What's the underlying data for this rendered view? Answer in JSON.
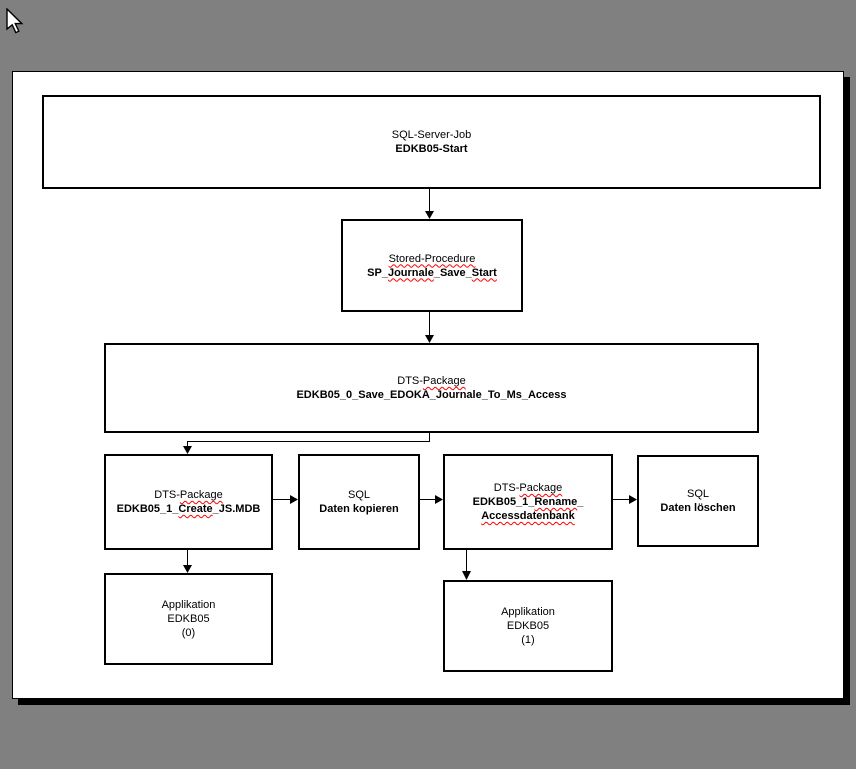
{
  "colors": {
    "background": "#808080",
    "page": "#ffffff",
    "line": "#000000",
    "text": "#000000",
    "spellcheck_underline": "#ff0000"
  },
  "cursor": {
    "icon": "arrow-cursor"
  },
  "diagram": {
    "boxes": [
      {
        "key": "sql-server-job-start",
        "lines": [
          [
            {
              "t": "SQL-Server-Job"
            }
          ],
          [
            {
              "t": "EDKB05-Start",
              "b": 1
            }
          ]
        ]
      },
      {
        "key": "stored-procedure-save-start",
        "lines": [
          [
            {
              "t": "Stored-Procedure",
              "w": 1
            }
          ],
          [
            {
              "t": "SP_",
              "b": 1
            },
            {
              "t": "Journale",
              "b": 1,
              "w": 1
            },
            {
              "t": "_Save_",
              "b": 1
            },
            {
              "t": "Start",
              "b": 1,
              "w": 1
            }
          ]
        ]
      },
      {
        "key": "dts-package-save-journale",
        "lines": [
          [
            {
              "t": "DTS-"
            },
            {
              "t": "Package",
              "w": 1
            }
          ],
          [
            {
              "t": "EDKB05_0_Save_EDOKA_Journale_To_Ms_Access",
              "b": 1
            }
          ]
        ]
      },
      {
        "key": "dts-package-create-js-mdb",
        "lines": [
          [
            {
              "t": "DTS-"
            },
            {
              "t": "Package",
              "w": 1
            }
          ],
          [
            {
              "t": "EDKB05_1_",
              "b": 1
            },
            {
              "t": "Create",
              "b": 1,
              "w": 1
            },
            {
              "t": "_JS.MDB",
              "b": 1
            }
          ]
        ]
      },
      {
        "key": "sql-daten-kopieren",
        "lines": [
          [
            {
              "t": "SQL"
            }
          ],
          [
            {
              "t": "Daten kopieren",
              "b": 1
            }
          ]
        ]
      },
      {
        "key": "dts-package-rename-accessdatenbank",
        "lines": [
          [
            {
              "t": "DTS-"
            },
            {
              "t": "Package",
              "w": 1
            }
          ],
          [
            {
              "t": "EDKB05_1_",
              "b": 1
            },
            {
              "t": "Rename",
              "b": 1,
              "w": 1
            },
            {
              "t": "_",
              "b": 1
            }
          ],
          [
            {
              "t": "Accessdatenbank",
              "b": 1,
              "w": 1
            }
          ]
        ]
      },
      {
        "key": "sql-daten-loeschen",
        "lines": [
          [
            {
              "t": "SQL"
            }
          ],
          [
            {
              "t": "Daten löschen",
              "b": 1
            }
          ]
        ]
      },
      {
        "key": "applikation-edkb05-0",
        "lines": [
          [
            {
              "t": "Applikation"
            }
          ],
          [
            {
              "t": "EDKB05"
            }
          ],
          [
            {
              "t": "(0)"
            }
          ]
        ]
      },
      {
        "key": "applikation-edkb05-1",
        "lines": [
          [
            {
              "t": "Applikation"
            }
          ],
          [
            {
              "t": "EDKB05"
            }
          ],
          [
            {
              "t": "(1)"
            }
          ]
        ]
      }
    ]
  }
}
